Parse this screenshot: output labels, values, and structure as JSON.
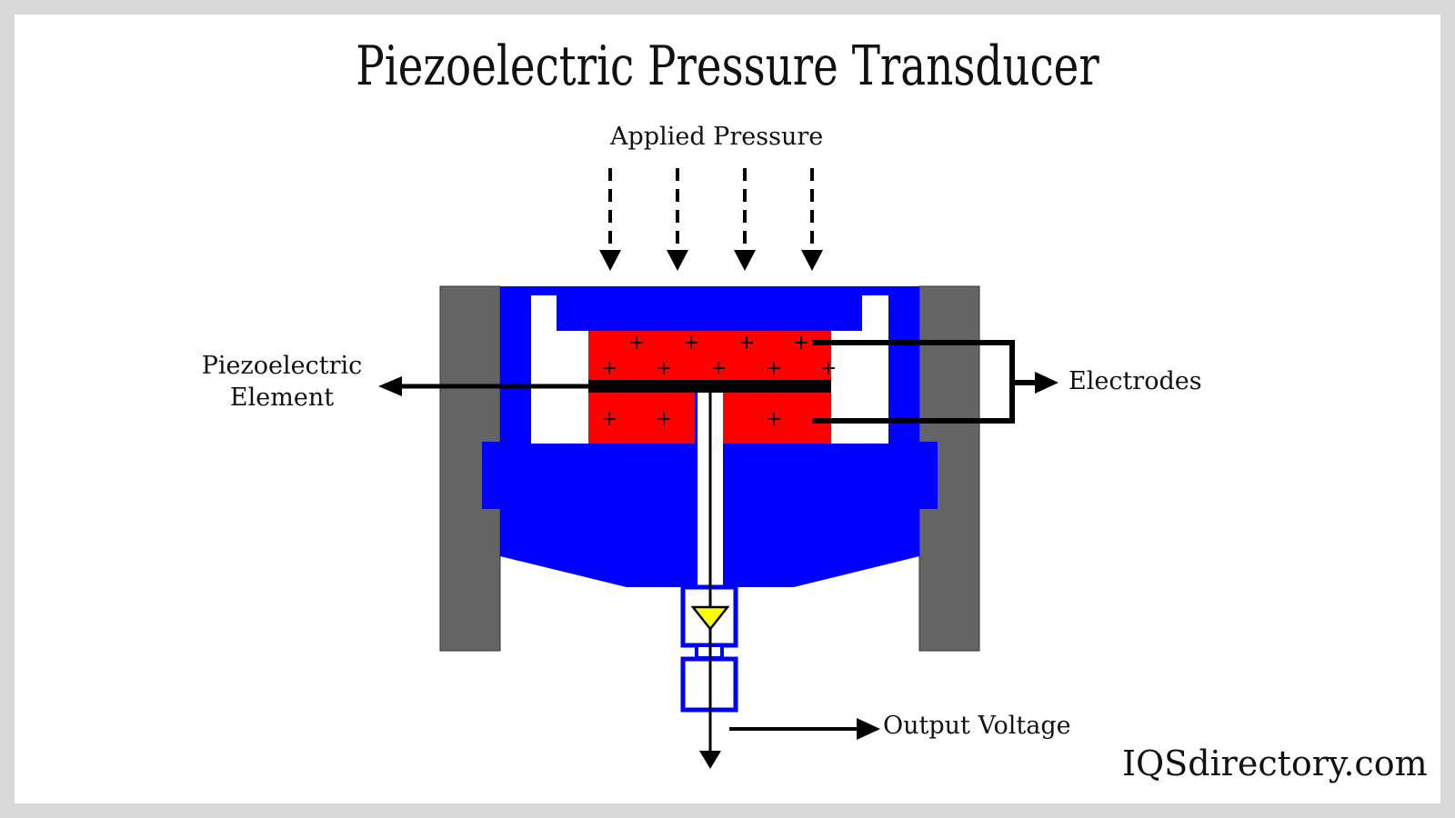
{
  "title": "Piezoelectric Pressure Transducer",
  "labels": {
    "applied_pressure": "Applied Pressure",
    "piezo_element_line1": "Piezoelectric",
    "piezo_element_line2": "Element",
    "electrodes": "Electrodes",
    "output_voltage": "Output Voltage"
  },
  "brand": "IQSdirectory.com",
  "colors": {
    "housing": "#0000ff",
    "piezo_crystal": "#ff0000",
    "outer_wall": "#646464",
    "amplifier": "#ffff00",
    "frame": "#d9d9d9"
  },
  "charge_symbol": "+"
}
